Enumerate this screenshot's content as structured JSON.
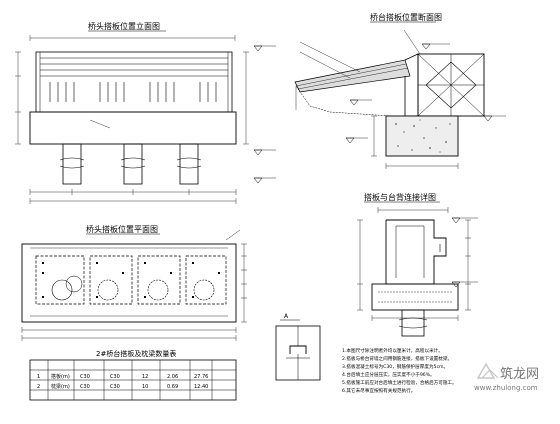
{
  "drawing": {
    "view_titles": {
      "front": "桥头搭板位置立面图",
      "section": "桥台搭板位置断面图",
      "plan": "桥头搭板位置平面图",
      "detail": "搭板与台背连接详图",
      "small": "A"
    },
    "table": {
      "title": "2#桥台搭板及枕梁数量表",
      "rows": [
        [
          "1",
          "搭板(m)",
          "C30",
          "C30",
          "12",
          "2.06",
          "27.76"
        ],
        [
          "2",
          "枕梁(m)",
          "C30",
          "C30",
          "10",
          "0.69",
          "12.40"
        ]
      ]
    },
    "notes": [
      "1.本图尺寸除注明者外均以厘米计，高程以米计。",
      "2.搭板与桥台背墙之间用钢筋连接，搭板下设置枕梁。",
      "3.搭板混凝土标号为C30，钢筋保护层厚度为5cm。",
      "4.台后填土应分层压实，压实度不小于96%。",
      "5.搭板施工前应对台后填土进行检验，合格后方可施工。",
      "6.其它未尽事宜按照有关规范执行。"
    ]
  },
  "watermark": {
    "brand": "筑龙网",
    "url": "www.zhulong.com"
  },
  "colors": {
    "line": "#000000",
    "background": "#ffffff",
    "watermark": "#b0b0b0"
  }
}
